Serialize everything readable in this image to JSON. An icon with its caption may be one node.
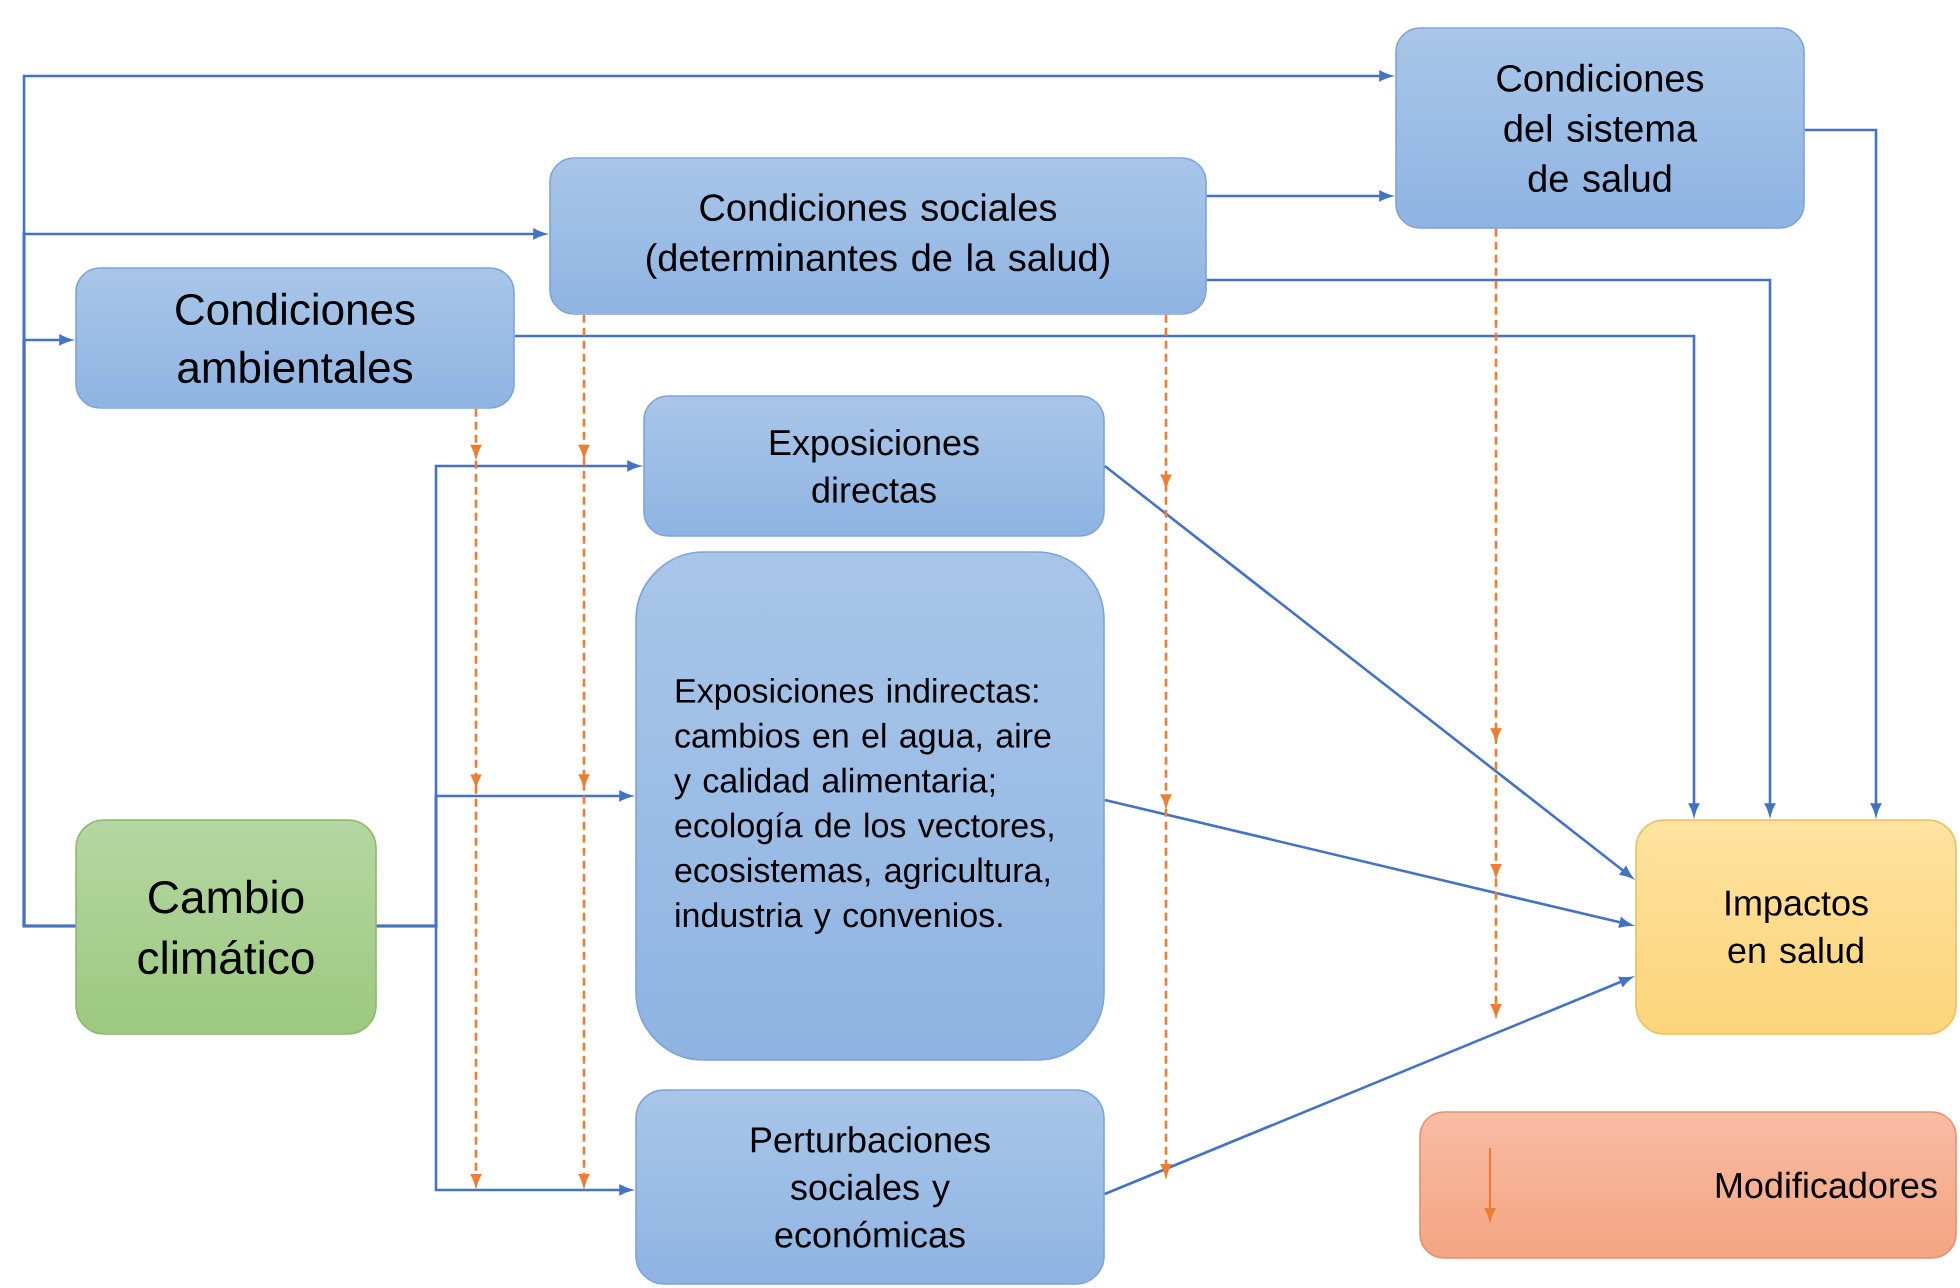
{
  "diagram": {
    "nodes": [
      {
        "text": [
          "Condiciones del sistema de salud"
        ]
      },
      {
        "text": [
          "Condiciones sociales (determinantes de la salud)"
        ]
      },
      {
        "text": [
          "Condiciones ambientales"
        ]
      },
      {
        "text": [
          "Exposiciones directas"
        ]
      },
      {
        "text": [
          "Exposiciones indirectas: cambios en el agua, aire y calidad alimentaria; ecología de los vectores, ecosistemas, agricultura,  industria y convenios."
        ]
      },
      {
        "text": [
          "Cambio climático"
        ]
      },
      {
        "text": [
          "Impactos en salud"
        ]
      },
      {
        "text": [
          "Perturbaciones sociales y económicas"
        ]
      }
    ],
    "edges": [
      {
        "from": 5,
        "to": 0,
        "arrow": "to"
      },
      {
        "from": 5,
        "to": 1,
        "arrow": "to"
      },
      {
        "from": 5,
        "to": 2,
        "arrow": "to"
      },
      {
        "from": 5,
        "to": 3,
        "arrow": "to"
      },
      {
        "from": 5,
        "to": 4,
        "arrow": "to"
      },
      {
        "from": 5,
        "to": 7,
        "arrow": "to"
      },
      {
        "from": 1,
        "to": 0,
        "arrow": "to"
      },
      {
        "from": 1,
        "to": 6,
        "arrow": "to"
      },
      {
        "from": 2,
        "to": 6,
        "arrow": "to"
      },
      {
        "from": 0,
        "to": 6,
        "arrow": "to"
      },
      {
        "from": 3,
        "to": 6,
        "arrow": "to"
      },
      {
        "from": 4,
        "to": 6,
        "arrow": "to"
      },
      {
        "from": 7,
        "to": 6,
        "arrow": "to"
      },
      {
        "from": 2,
        "to": null,
        "arrow": "to",
        "style": "dashed",
        "color": "#ed7d31"
      },
      {
        "from": 1,
        "to": null,
        "arrow": "to",
        "style": "dashed",
        "color": "#ed7d31"
      },
      {
        "from": 1,
        "to": null,
        "arrow": "to",
        "style": "dashed",
        "color": "#ed7d31"
      },
      {
        "from": 0,
        "to": null,
        "arrow": "to",
        "style": "dashed",
        "color": "#ed7d31"
      }
    ],
    "legend": [
      {
        "text": "Modificadores"
      }
    ]
  }
}
